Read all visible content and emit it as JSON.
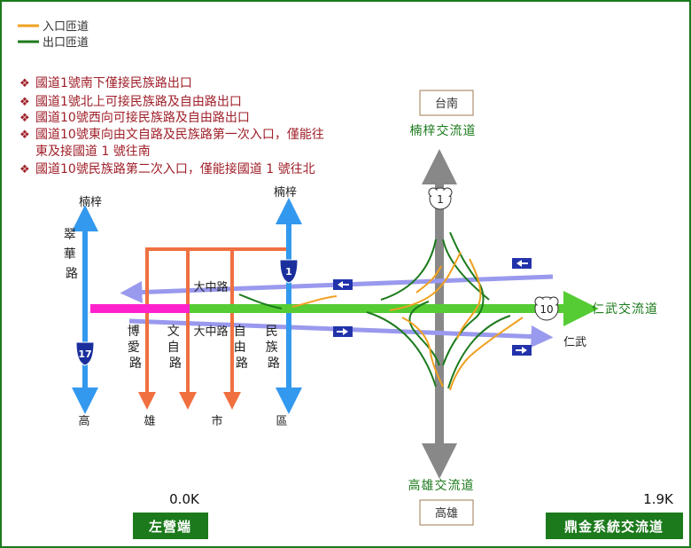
{
  "legend": {
    "entrance": {
      "label": "入口匝道",
      "color": "#f0a020"
    },
    "exit": {
      "label": "出口匝道",
      "color": "#1c7a1c"
    }
  },
  "notes": [
    "國道1號南下僅接民族路出口",
    "國道1號北上可接民族路及自由路出口",
    "國道10號西向可接民族路及自由路出口",
    "國道10號東向由文自路及民族路第一次入口，僅能往",
    "東及接國道 1 號往南",
    "國道10號民族路第二次入口，僅能接國道 1 號往北"
  ],
  "roads": {
    "cuihua": {
      "label": "翠華路",
      "top": "楠梓",
      "bottom": "高",
      "shield": "17"
    },
    "boai": {
      "label": "博愛路",
      "bottom": "雄"
    },
    "wenzi": {
      "label": "文自路",
      "bottom": "市"
    },
    "ziyou": {
      "label": "自由路",
      "bottom": ""
    },
    "minzu": {
      "label": "民族路",
      "top": "楠梓",
      "bottom": "區",
      "shield": "1"
    },
    "dazhong_top": "大中路",
    "dazhong_bottom": "大中路"
  },
  "freeway1": {
    "north_box": "台南",
    "north_label": "楠梓交流道",
    "south_box": "高雄",
    "south_label": "高雄交流道",
    "shield": "1"
  },
  "freeway10": {
    "shield": "10",
    "east_label": "仁武交流道",
    "east_street": "仁武"
  },
  "stations": {
    "left": {
      "km": "0.0K",
      "name": "左營端"
    },
    "right": {
      "km": "1.9K",
      "name": "鼎金系統交流道"
    }
  },
  "colors": {
    "frame": "#1c7a1c",
    "freeway10": "#55cc33",
    "magenta": "#ff22cc",
    "blue_road": "#3399ee",
    "orange_road": "#f07040",
    "service_road": "#9999ee",
    "freeway1": "#888888",
    "note_red": "#a0202a",
    "station_green": "#1c7a1c"
  }
}
